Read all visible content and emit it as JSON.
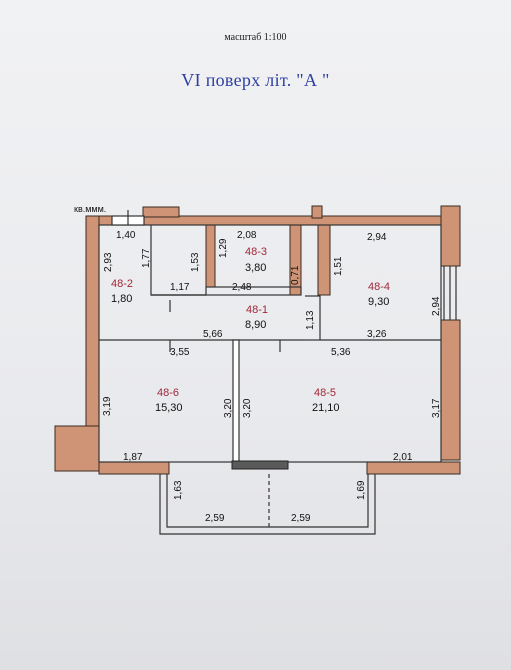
{
  "header": {
    "scale": "масштаб 1:100",
    "title": "VI поверх  літ. \"А \""
  },
  "plan": {
    "label_kv": "кв.ммм.",
    "rooms": [
      {
        "id": "48-1",
        "area": "8,90"
      },
      {
        "id": "48-2",
        "area": "1,80"
      },
      {
        "id": "48-3",
        "area": "3,80"
      },
      {
        "id": "48-4",
        "area": "9,30"
      },
      {
        "id": "48-5",
        "area": "21,10"
      },
      {
        "id": "48-6",
        "area": "15,30"
      }
    ],
    "dims": {
      "d140": "1,40",
      "d208": "2,08",
      "d294_top": "2,94",
      "d293": "2,93",
      "d177": "1,77",
      "d153": "1,53",
      "d129": "1,29",
      "d071": "0,71",
      "d151": "1,51",
      "d294_right": "2,94",
      "d117": "1,17",
      "d248": "2,48",
      "d113": "1,13",
      "d566": "5,66",
      "d326": "3,26",
      "d355": "3,55",
      "d536": "5,36",
      "d319": "3,19",
      "d320a": "3,20",
      "d320b": "3,20",
      "d317": "3,17",
      "d187": "1,87",
      "d201": "2,01",
      "d163": "1,63",
      "d169": "1,69",
      "d259a": "2,59",
      "d259b": "2,59"
    }
  }
}
